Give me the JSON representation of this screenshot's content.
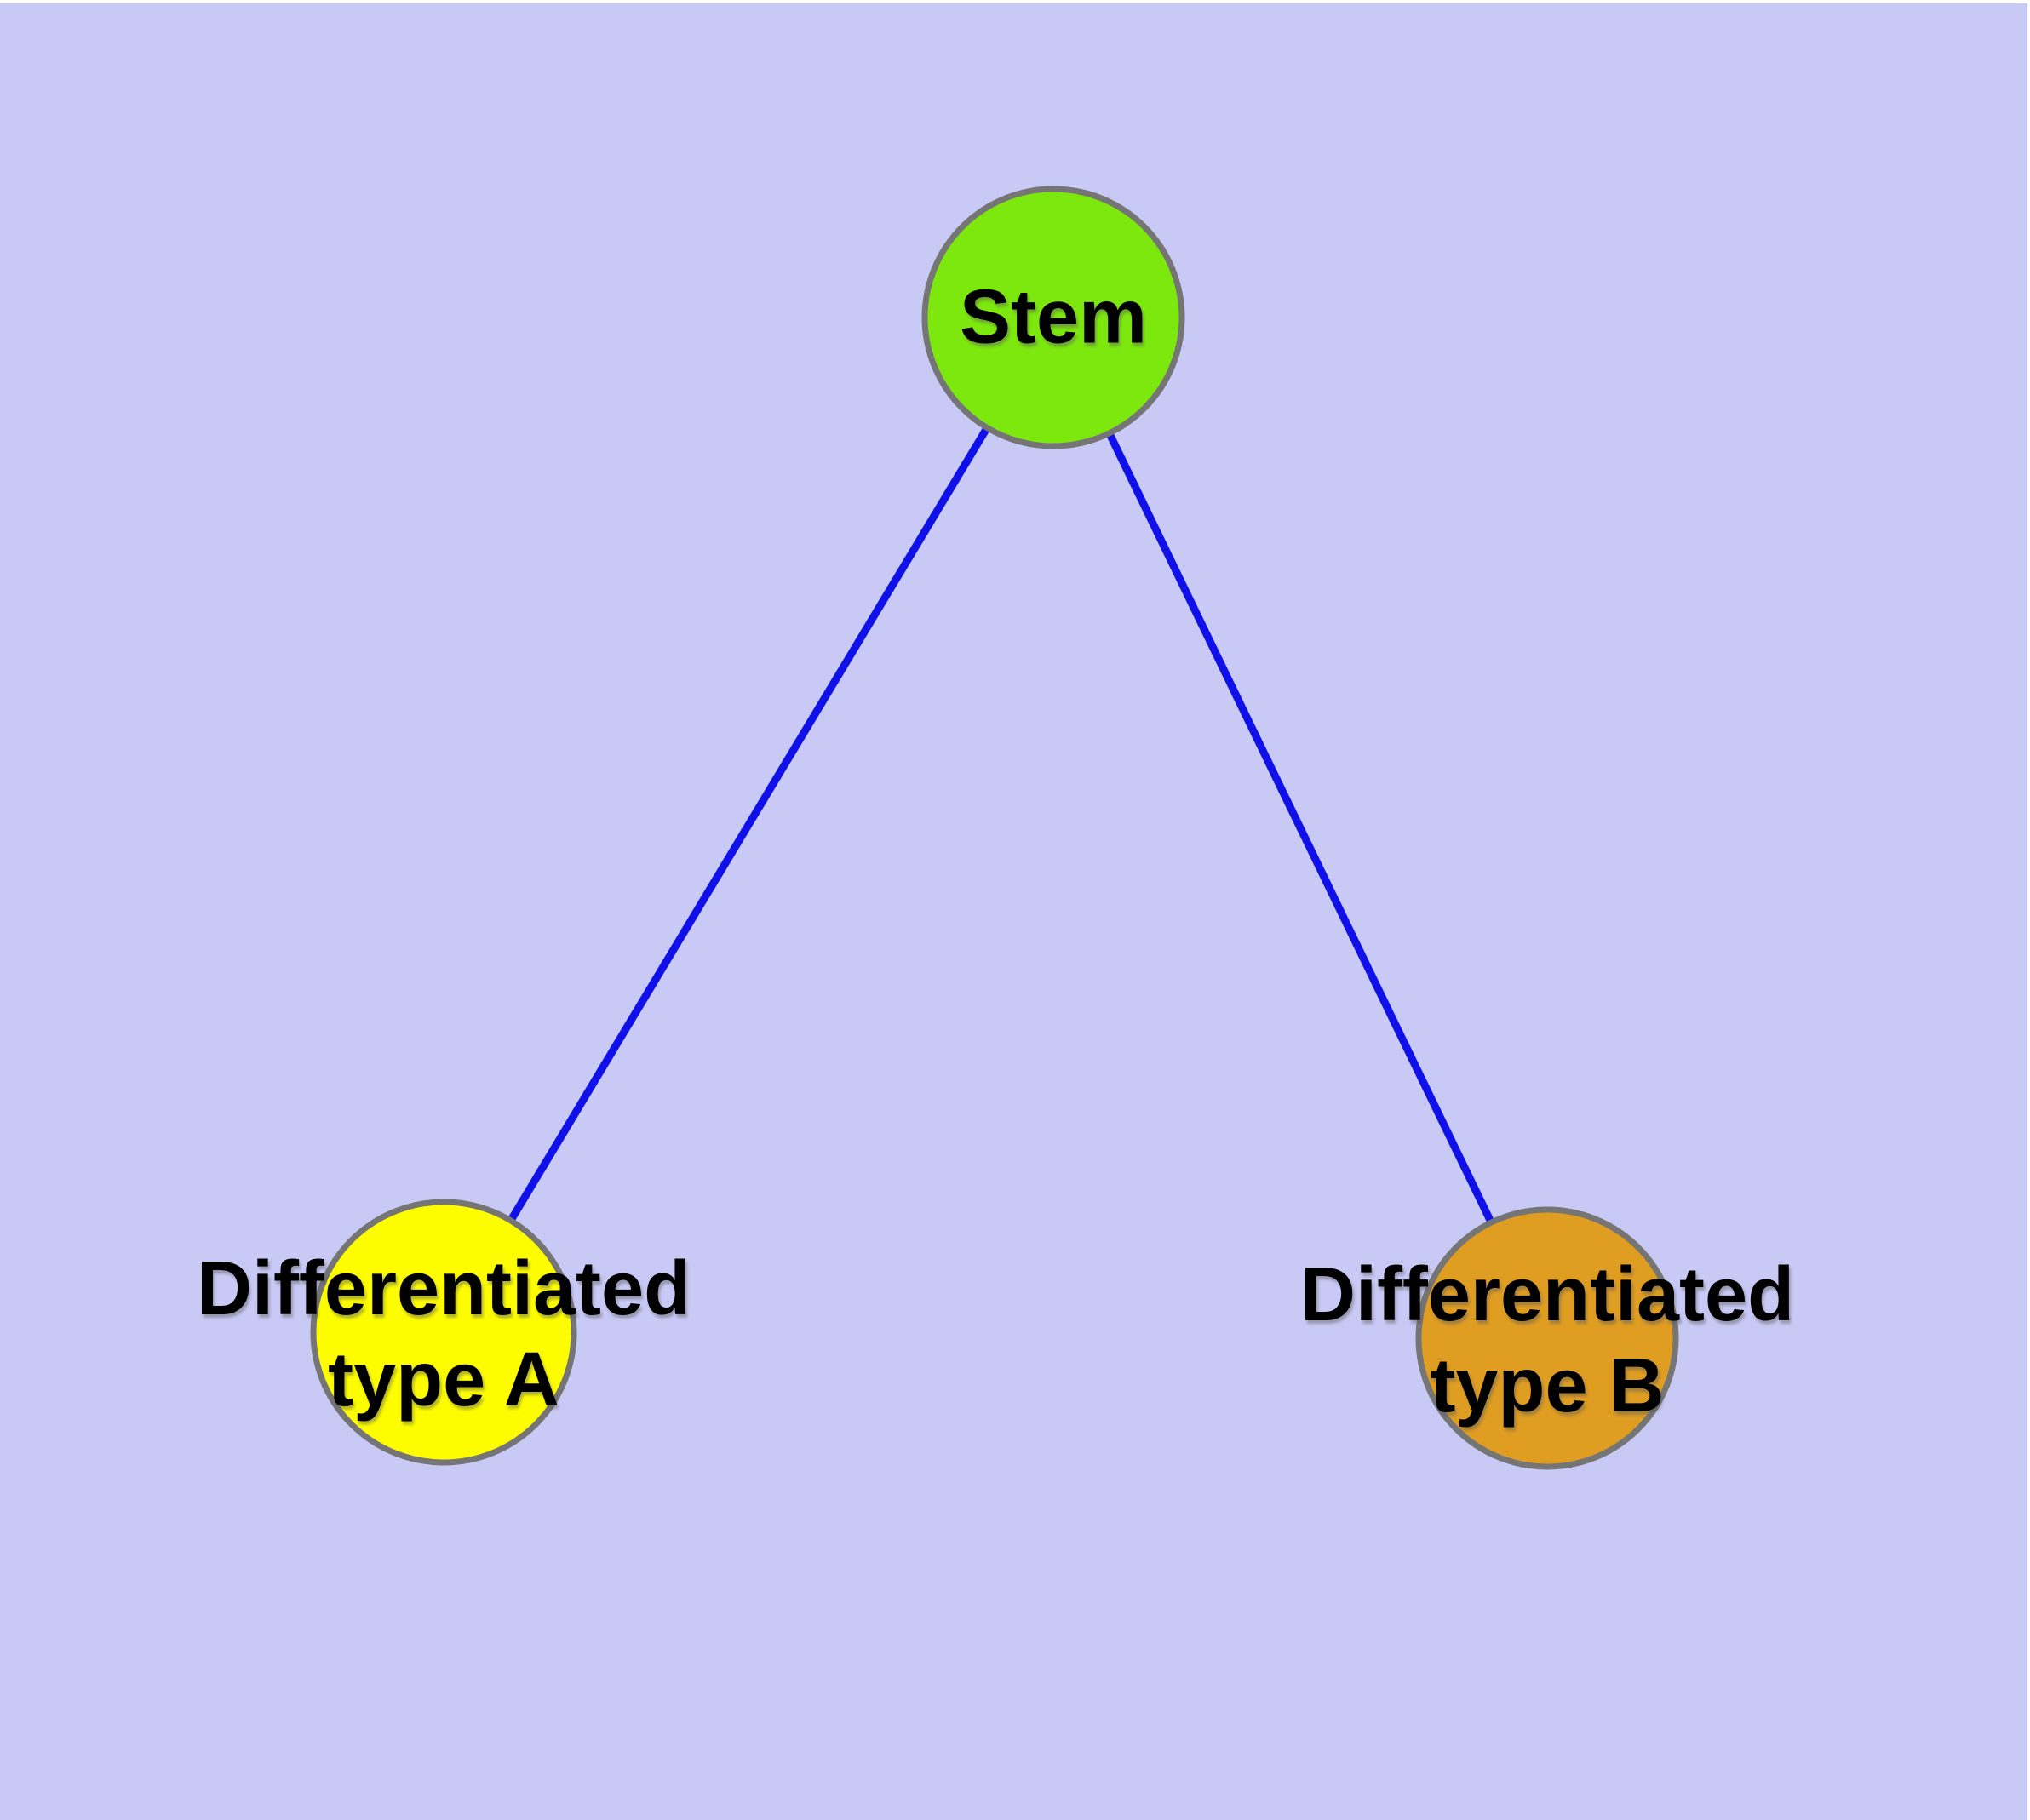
{
  "diagram": {
    "colors": {
      "canvas_background": "#c9c9f6",
      "page_margin": "#ffffff",
      "edge": "#1010e8",
      "node_border": "#757575",
      "label_text": "#000000"
    },
    "nodes": {
      "stem": {
        "label": "Stem",
        "fill": "#7de80e"
      },
      "type_a": {
        "lines": [
          "Differentiated",
          "type A"
        ],
        "fill": "#fdfd00"
      },
      "type_b": {
        "lines": [
          "Differentiated",
          "type B"
        ],
        "fill": "#df9d22"
      }
    },
    "edges": [
      {
        "name": "stem-to-type-a"
      },
      {
        "name": "stem-to-type-b"
      }
    ]
  }
}
